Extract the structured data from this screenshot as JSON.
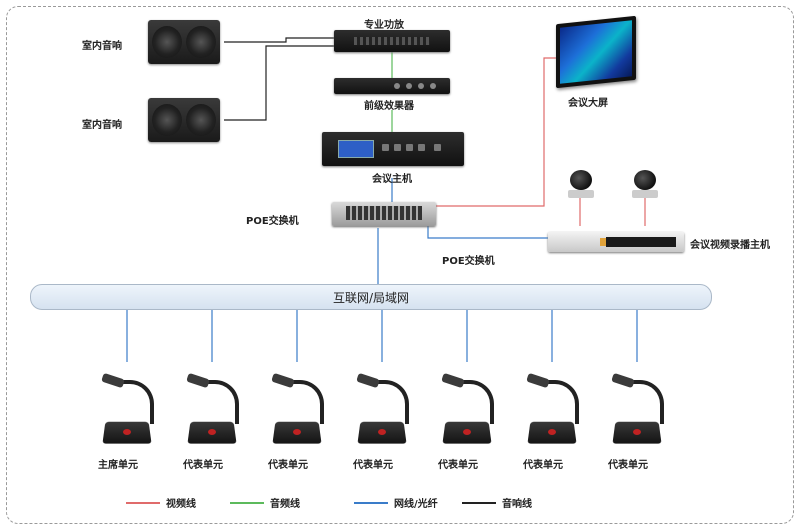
{
  "labels": {
    "speaker1": "室内音响",
    "speaker2": "室内音响",
    "amplifier": "专业功放",
    "effects": "前级效果器",
    "host": "会议主机",
    "switch_main": "POE交换机",
    "switch_sub": "POE交换机",
    "display": "会议大屏",
    "recorder": "会议视频录播主机",
    "network": "互联网/局域网"
  },
  "units": [
    "主席单元",
    "代表单元",
    "代表单元",
    "代表单元",
    "代表单元",
    "代表单元",
    "代表单元"
  ],
  "legend": [
    {
      "label": "视频线",
      "color": "#e06b6b"
    },
    {
      "label": "音频线",
      "color": "#5cba5c"
    },
    {
      "label": "网线/光纤",
      "color": "#3a7cc9"
    },
    {
      "label": "音响线",
      "color": "#222222"
    }
  ],
  "colors": {
    "video": "#e06b6b",
    "audio": "#5cba5c",
    "network": "#3a7cc9",
    "speaker": "#222222"
  }
}
